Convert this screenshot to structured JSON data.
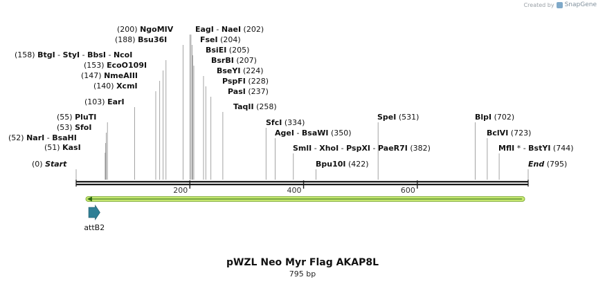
{
  "credit": {
    "prefix": "Created by",
    "brand": "SnapGene",
    "logo_icon": "snapgene-logo-icon"
  },
  "title": "pWZL Neo Myr Flag AKAP8L",
  "subtitle": "795 bp",
  "sequence": {
    "length_bp": 795,
    "ruler_ticks": [
      200,
      400,
      600
    ]
  },
  "colors": {
    "feature_arrow_fill": "#2f7f95",
    "orf_fill": "#c7e872",
    "orf_stroke": "#6b9c1f",
    "orf_arrow": "#2e6a12",
    "backbone": "#1a1a1a"
  },
  "sites": [
    {
      "pos": 0,
      "text": "(0)",
      "names": [
        "Start"
      ],
      "italic": true,
      "star": false
    },
    {
      "pos": 51,
      "text": "(51)",
      "names": [
        "KasI"
      ],
      "star": false
    },
    {
      "pos": 52,
      "text": "(52)",
      "names": [
        "NarI",
        "BsaHI"
      ],
      "star": false
    },
    {
      "pos": 53,
      "text": "(53)",
      "names": [
        "SfoI"
      ],
      "star": false
    },
    {
      "pos": 55,
      "text": "(55)",
      "names": [
        "PluTI"
      ],
      "star": false
    },
    {
      "pos": 103,
      "text": "(103)",
      "names": [
        "EarI"
      ],
      "star": false
    },
    {
      "pos": 140,
      "text": "(140)",
      "names": [
        "XcmI"
      ],
      "star": false
    },
    {
      "pos": 147,
      "text": "(147)",
      "names": [
        "NmeAIII"
      ],
      "star": false
    },
    {
      "pos": 153,
      "text": "(153)",
      "names": [
        "EcoO109I"
      ],
      "star": false
    },
    {
      "pos": 158,
      "text": "(158)",
      "names": [
        "BtgI",
        "StyI",
        "BbsI",
        "NcoI"
      ],
      "star": false
    },
    {
      "pos": 188,
      "text": "(188)",
      "names": [
        "Bsu36I"
      ],
      "star": false
    },
    {
      "pos": 200,
      "text": "(200)",
      "names": [
        "NgoMIV"
      ],
      "star": false
    },
    {
      "pos": 202,
      "text": "(202)",
      "names": [
        "EagI",
        "NaeI"
      ],
      "star": false
    },
    {
      "pos": 204,
      "text": "(204)",
      "names": [
        "FseI"
      ],
      "star": false
    },
    {
      "pos": 205,
      "text": "(205)",
      "names": [
        "BsiEI"
      ],
      "star": false
    },
    {
      "pos": 207,
      "text": "(207)",
      "names": [
        "BsrBI"
      ],
      "star": false
    },
    {
      "pos": 224,
      "text": "(224)",
      "names": [
        "BseYI"
      ],
      "star": false
    },
    {
      "pos": 228,
      "text": "(228)",
      "names": [
        "PspFI"
      ],
      "star": false
    },
    {
      "pos": 237,
      "text": "(237)",
      "names": [
        "PasI"
      ],
      "star": false
    },
    {
      "pos": 258,
      "text": "(258)",
      "names": [
        "TaqII"
      ],
      "star": false
    },
    {
      "pos": 334,
      "text": "(334)",
      "names": [
        "SfcI"
      ],
      "star": false
    },
    {
      "pos": 350,
      "text": "(350)",
      "names": [
        "AgeI",
        "BsaWI"
      ],
      "star": false
    },
    {
      "pos": 382,
      "text": "(382)",
      "names": [
        "SmlI",
        "XhoI",
        "PspXI",
        "PaeR7I"
      ],
      "star": false
    },
    {
      "pos": 422,
      "text": "(422)",
      "names": [
        "Bpu10I"
      ],
      "star": false
    },
    {
      "pos": 531,
      "text": "(531)",
      "names": [
        "SpeI"
      ],
      "star": false
    },
    {
      "pos": 702,
      "text": "(702)",
      "names": [
        "BlpI"
      ],
      "star": false
    },
    {
      "pos": 723,
      "text": "(723)",
      "names": [
        "BclVI"
      ],
      "star": false
    },
    {
      "pos": 744,
      "text": "(744)",
      "names": [
        "MflI",
        "BstYI"
      ],
      "star": true
    },
    {
      "pos": 795,
      "text": "(795)",
      "names": [
        "End"
      ],
      "italic": true,
      "star": false
    }
  ],
  "features": [
    {
      "name": "attB2",
      "start": 22,
      "end": 42,
      "direction": "forward",
      "color": "#2f7f95"
    },
    {
      "name": "ORF",
      "start": 17,
      "end": 789,
      "direction": "reverse"
    }
  ]
}
